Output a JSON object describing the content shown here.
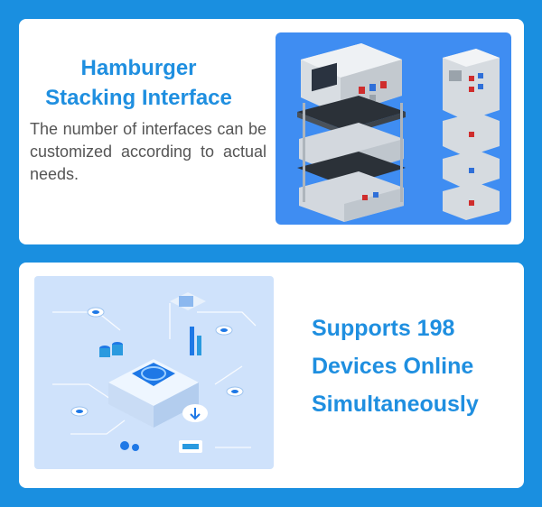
{
  "section_top": {
    "title_line1": "Hamburger",
    "title_line2": "Stacking Interface",
    "description": "The number of interfaces can be customized according to actual needs."
  },
  "section_bottom": {
    "title_line1": "Supports 198",
    "title_line2": "Devices Online",
    "title_line3": "Simultaneously"
  },
  "colors": {
    "background": "#1a8fe0",
    "accent_text": "#1f8fe0",
    "image_panel_top": "#3f8df2",
    "image_panel_bottom": "#cfe2fb"
  }
}
